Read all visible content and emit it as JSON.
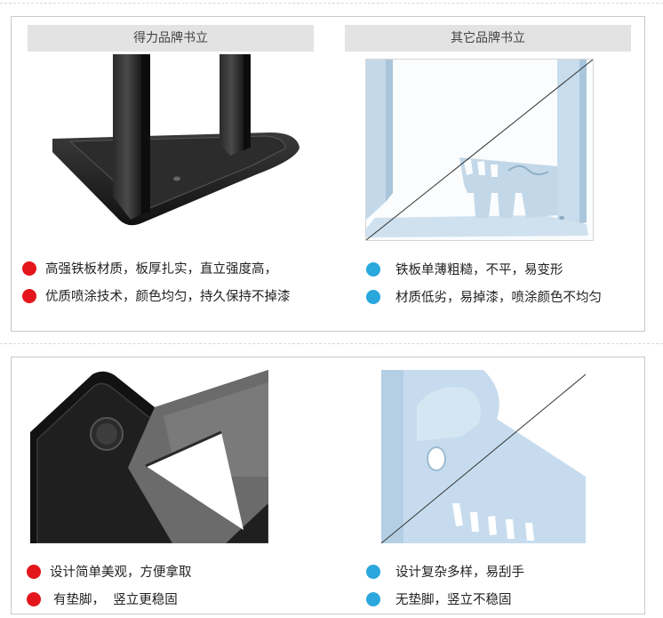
{
  "colors": {
    "good_bullet": "#e4161c",
    "bad_bullet": "#2aa7dc",
    "tab_bg": "#e3e3e3"
  },
  "top": {
    "left_tab": "得力品牌书立",
    "right_tab": "其它品牌书立",
    "left_points": [
      "高强铁板材质，板厚扎实，直立强度高，",
      "优质喷涂技术，颜色均匀，持久保持不掉漆"
    ],
    "right_points": [
      "铁板单薄粗糙，不平，易变形",
      "材质低劣，易掉漆，喷涂颜色不均匀"
    ]
  },
  "bottom": {
    "left_points": [
      "设计简单美观，方便拿取",
      "有垫脚，  竖立更稳固"
    ],
    "right_points": [
      "设计复杂多样，易刮手",
      "无垫脚，竖立不稳固"
    ]
  }
}
